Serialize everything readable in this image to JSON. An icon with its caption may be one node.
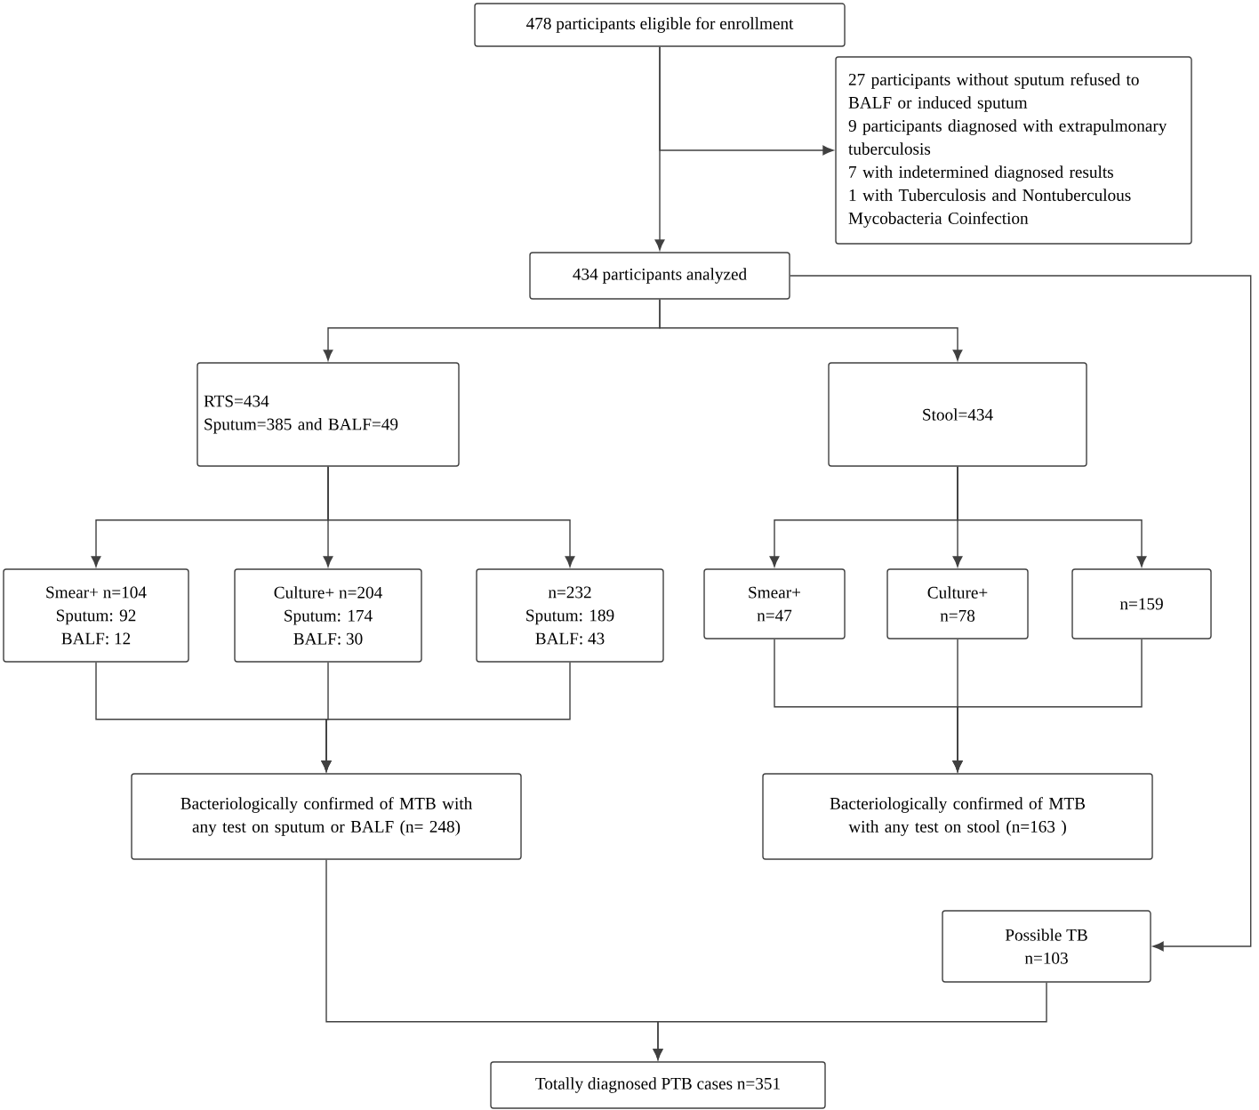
{
  "diagram": {
    "nodes": [
      {
        "text": [
          "478 participants eligible for enrollment"
        ]
      },
      {
        "text": [
          "27 participants without sputum refused to BALF or induced sputum",
          "9 participants diagnosed  with extrapulmonary tuberculosis",
          "7 with indetermined diagnosed results",
          "1 with Tuberculosis and Nontuberculous Mycobacteria Coinfection"
        ]
      },
      {
        "text": [
          "434 participants analyzed"
        ]
      },
      {
        "text": [
          "RTS=434",
          "Sputum=385 and BALF=49"
        ]
      },
      {
        "text": [
          "Stool=434"
        ]
      },
      {
        "text": [
          "Smear+ n=104",
          "Sputum: 92",
          "BALF: 12"
        ]
      },
      {
        "text": [
          "Culture+ n=204",
          "Sputum: 174",
          "BALF: 30"
        ]
      },
      {
        "text": [
          "n=232",
          "Sputum: 189",
          "BALF: 43"
        ]
      },
      {
        "text": [
          "Smear+",
          "n=47"
        ]
      },
      {
        "text": [
          "Culture+",
          "n=78"
        ]
      },
      {
        "text": [
          "n=159"
        ]
      },
      {
        "text": [
          "Bacteriologically confirmed of MTB with any test on sputum or BALF (n= 248)"
        ]
      },
      {
        "text": [
          "Bacteriologically confirmed of MTB with any test on stool (n=163 )"
        ]
      },
      {
        "text": [
          "Possible TB",
          "n=103"
        ]
      },
      {
        "text": [
          "Totally diagnosed PTB cases n=351"
        ]
      }
    ],
    "edges": [
      {
        "from": 0,
        "to": 2,
        "arrow": "to"
      },
      {
        "from": 0,
        "to": 1,
        "arrow": "to"
      },
      {
        "from": 2,
        "to": 3,
        "arrow": "to"
      },
      {
        "from": 2,
        "to": 4,
        "arrow": "to"
      },
      {
        "from": 2,
        "to": 13,
        "arrow": "to"
      },
      {
        "from": 3,
        "to": 5,
        "arrow": "to"
      },
      {
        "from": 3,
        "to": 6,
        "arrow": "to"
      },
      {
        "from": 3,
        "to": 7,
        "arrow": "to"
      },
      {
        "from": 4,
        "to": 8,
        "arrow": "to"
      },
      {
        "from": 4,
        "to": 9,
        "arrow": "to"
      },
      {
        "from": 4,
        "to": 10,
        "arrow": "to"
      },
      {
        "from": 5,
        "to": 11,
        "arrow": "to"
      },
      {
        "from": 6,
        "to": 11,
        "arrow": "to"
      },
      {
        "from": 7,
        "to": 11,
        "arrow": "to"
      },
      {
        "from": 8,
        "to": 12,
        "arrow": "to"
      },
      {
        "from": 9,
        "to": 12,
        "arrow": "to"
      },
      {
        "from": 10,
        "to": 12,
        "arrow": "to"
      },
      {
        "from": 11,
        "to": 14,
        "arrow": "to"
      },
      {
        "from": 13,
        "to": 14,
        "arrow": "to"
      }
    ]
  }
}
